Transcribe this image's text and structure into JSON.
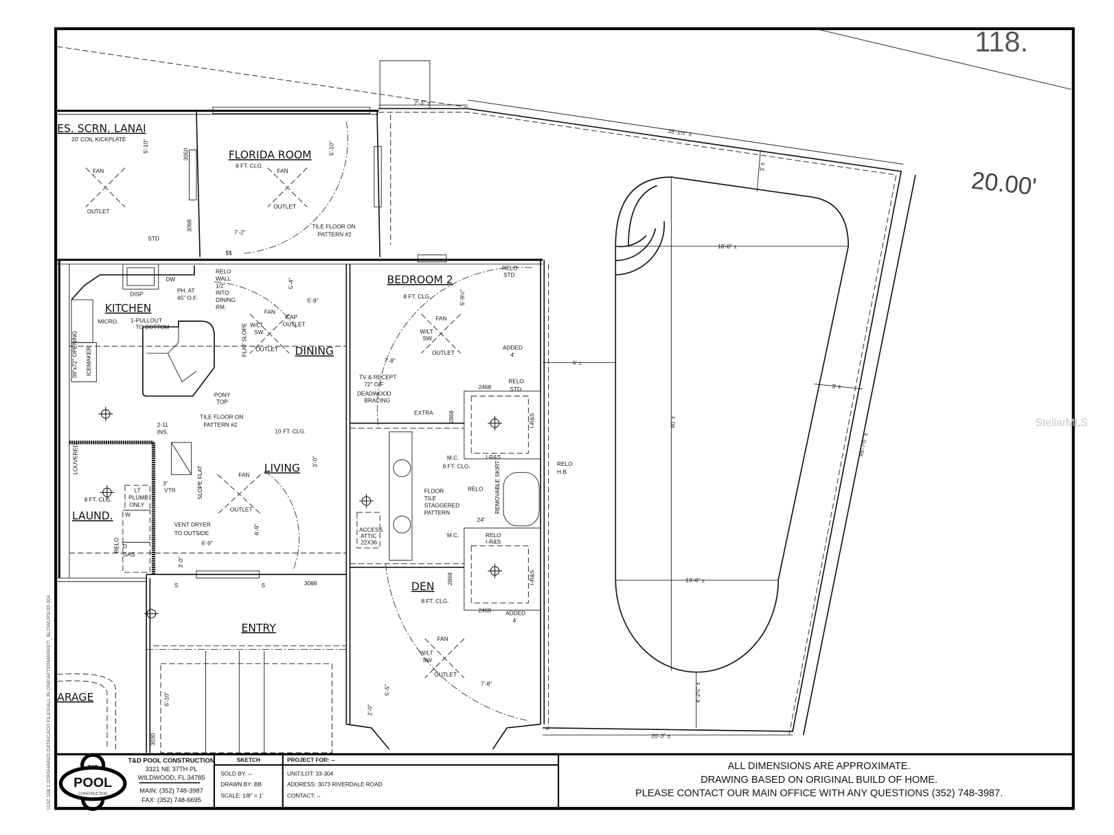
{
  "sidebar_path": "\\\\192.168.3.209\\SHARED DATA\\CADD FILES\\ALL IN ONE\\AFTERMARKET\\_BLOWUPS\\33-304",
  "watermark": "StellarMLS",
  "lot": {
    "top_label": "118.",
    "side_label": "20.00'"
  },
  "plan": {
    "rooms": [
      "ES. SCRN. LANAI",
      "FLORIDA ROOM",
      "KITCHEN",
      "DINING",
      "BEDROOM 2",
      "LIVING",
      "LAUND.",
      "DEN",
      "ENTRY",
      "ARAGE"
    ],
    "notes": [
      "20' COIL KICKPLATE",
      "FAN",
      "OUTLET",
      "FAN",
      "OUTLET",
      "3050",
      "5'-10\"",
      "5'-10\"",
      "3068",
      "7'-2\"",
      "TILE FLOOR ON",
      "PATTERN #2",
      "STD",
      "$$",
      "8 FT. CLG.",
      "RELO",
      "WALL",
      "1/2'",
      "INTO",
      "DINING",
      "RM.",
      "DISP",
      "DW",
      "PH. AT",
      "45\" O.F.",
      "MICRO.",
      "1-PULLOUT",
      "TO BOTTOM",
      "FAN",
      "CAP",
      "OUTLET",
      "W/LT",
      "SW",
      "OUTLET",
      "FLAT SLOPE",
      "5'-4\"",
      "5'-9\"",
      "PONY",
      "TOP",
      "TILE FLOOR ON",
      "PATTERN #2",
      "10 FT. CLG.",
      "2-11",
      "INS.",
      "39\"x72\" OPENING",
      "ICEMAKER",
      "RELO",
      "STD",
      "8 FT. CLG.",
      "5'-9½\"",
      "FAN",
      "W/LT",
      "SW",
      "OUTLET",
      "ADDED",
      "4'",
      "7'-8\"",
      "TV & RECEPT",
      "72\" O/F",
      "DEADWOOD",
      "BRACING",
      "EXTRA",
      "2868",
      "2468",
      "RELO",
      "STD",
      "I-R&S",
      "I-R&S",
      "M.C.",
      "9 FT. CLG.",
      "RELO",
      "H.B.",
      "FLOOR",
      "TILE",
      "STAGGERED",
      "PATTERN",
      "RELO",
      "REMOVABLE SKIRT",
      "24\"",
      "M.C.",
      "RELO",
      "I-R&S",
      "ACCESS",
      "ATTIC",
      "22X36",
      "2868",
      "I-R&S",
      "2468",
      "ADDED",
      "4'",
      "8 FT. CLG.",
      "FAN",
      "W/LT",
      "SW",
      "OUTLET",
      "7'-8\"",
      "5'-5\"",
      "2'-0\"",
      "3068",
      "S",
      "S",
      "3'-0\"",
      "6'-9\"",
      "6'-9\"",
      "3'-0\"",
      "VENT DRYER",
      "TO OUTSIDE",
      "SLOPE FLAT",
      "OUTLET",
      "FAN",
      "3\"",
      "VTR",
      "LT",
      "PLUMB",
      "ONLY",
      "LOUVERED",
      "8 FT. CLG.",
      "W",
      "D",
      "GAS",
      "RELO",
      "6'-10\"",
      "3030"
    ],
    "pool_dims": [
      "7'-3\" ±",
      "35'-1½\" ±",
      "3' ±",
      "18'-8\" ±",
      "6' ±",
      "3' ±",
      "40' ±",
      "45'-7½\" ±",
      "13'-6\" ±",
      "4'-2½\" ±",
      "20'-3\" ±"
    ]
  },
  "title_block": {
    "logo": {
      "top": "T&D",
      "main": "POOL",
      "bottom": "CONSTRUCTION"
    },
    "company": {
      "name": "T&D POOL CONSTRUCTION",
      "street": "3321 NE 37TH PL",
      "city": "WILDWOOD, FL 34785",
      "main": "MAIN: (352) 748-3987",
      "fax": "FAX: (352) 748-6695"
    },
    "sketch": {
      "header": "SKETCH",
      "sold_by": "SOLD BY: --",
      "drawn_by": "DRAWN BY: BB",
      "scale": "SCALE: 1/8\" = 1'"
    },
    "project": {
      "header": "PROJECT FOR: --",
      "unit_lot": "UNIT/LOT: 33-304",
      "address": "ADDRESS: 3073 RIVERDALE ROAD",
      "contact": "CONTACT: --"
    },
    "notes": [
      "ALL DIMENSIONS ARE APPROXIMATE.",
      "DRAWING BASED ON ORIGINAL BUILD OF HOME.",
      "PLEASE CONTACT OUR MAIN OFFICE WITH ANY QUESTIONS (352) 748-3987."
    ]
  }
}
